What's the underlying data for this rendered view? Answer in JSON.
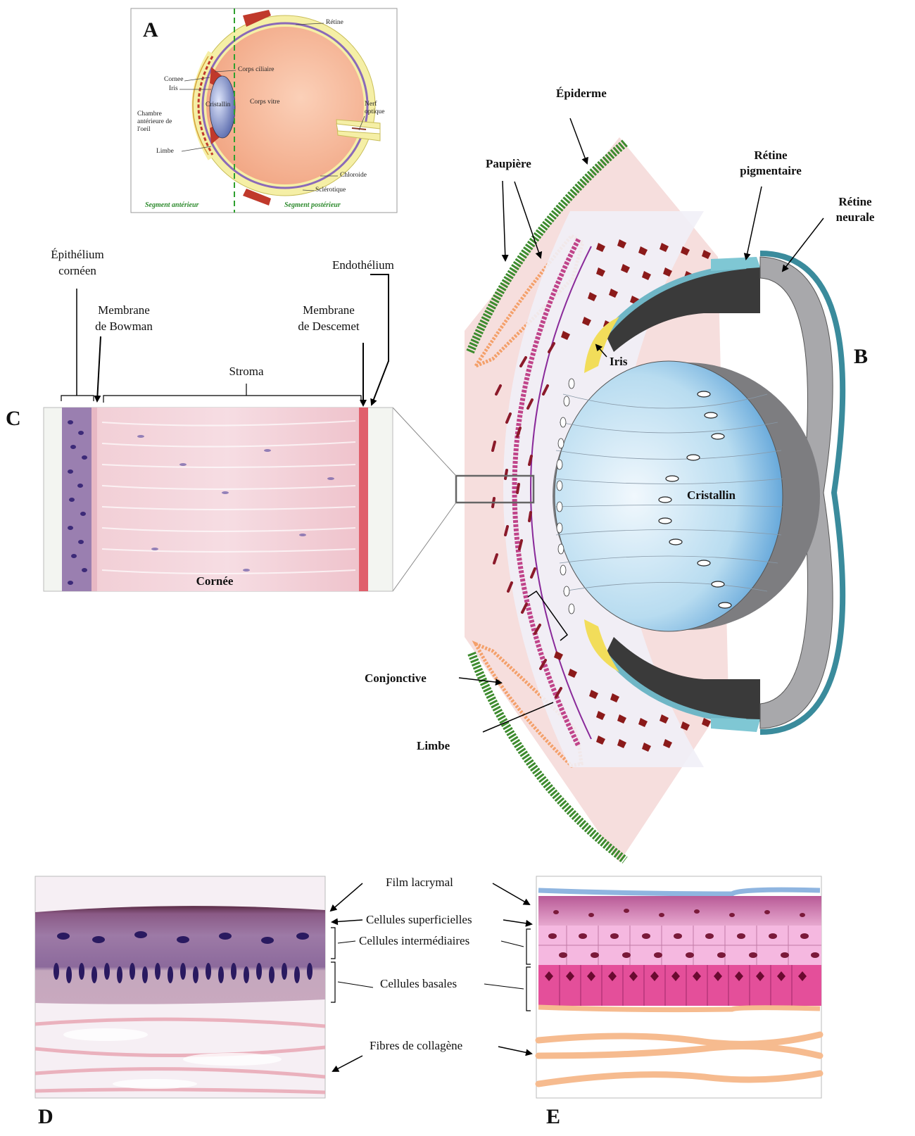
{
  "panels": {
    "a": "A",
    "b": "B",
    "c": "C",
    "d": "D",
    "e": "E"
  },
  "panel_a": {
    "retine": "Rétine",
    "cornee": "Cornee",
    "corps_ciliaire": "Corps ciliaire",
    "iris": "Iris",
    "cristallin": "Cristallin",
    "corps_vitre": "Corps vitre",
    "chambre": [
      "Chambre",
      "antérieure de",
      "l'oeil"
    ],
    "nerf": [
      "Nerf",
      "optique"
    ],
    "limbe": "Limbe",
    "choroide": "Chloroide",
    "sclerotique": "Sclérotique",
    "segment_anterieur": "Segment antérieur",
    "segment_posterieur": "Segment postérieur"
  },
  "panel_b": {
    "epiderme": "Épiderme",
    "paupiere": "Paupière",
    "retine_pigmentaire": [
      "Rétine",
      "pigmentaire"
    ],
    "retine_neurale": [
      "Rétine",
      "neurale"
    ],
    "iris": "Iris",
    "cristallin": "Cristallin",
    "conjonctive": "Conjonctive",
    "limbe": "Limbe"
  },
  "panel_c": {
    "epithelium": [
      "Épithélium",
      "cornéen"
    ],
    "bowman": [
      "Membrane",
      "de Bowman"
    ],
    "stroma": "Stroma",
    "descemet": [
      "Membrane",
      "de Descemet"
    ],
    "endothelium": "Endothélium",
    "cornee": "Cornée"
  },
  "panel_de": {
    "film_lacrymal": "Film lacrymal",
    "cellules_superficielles": "Cellules superficielles",
    "cellules_intermediaires": "Cellules intermédiaires",
    "cellules_basales": "Cellules basales",
    "fibres_collagene": "Fibres de collagène"
  }
}
